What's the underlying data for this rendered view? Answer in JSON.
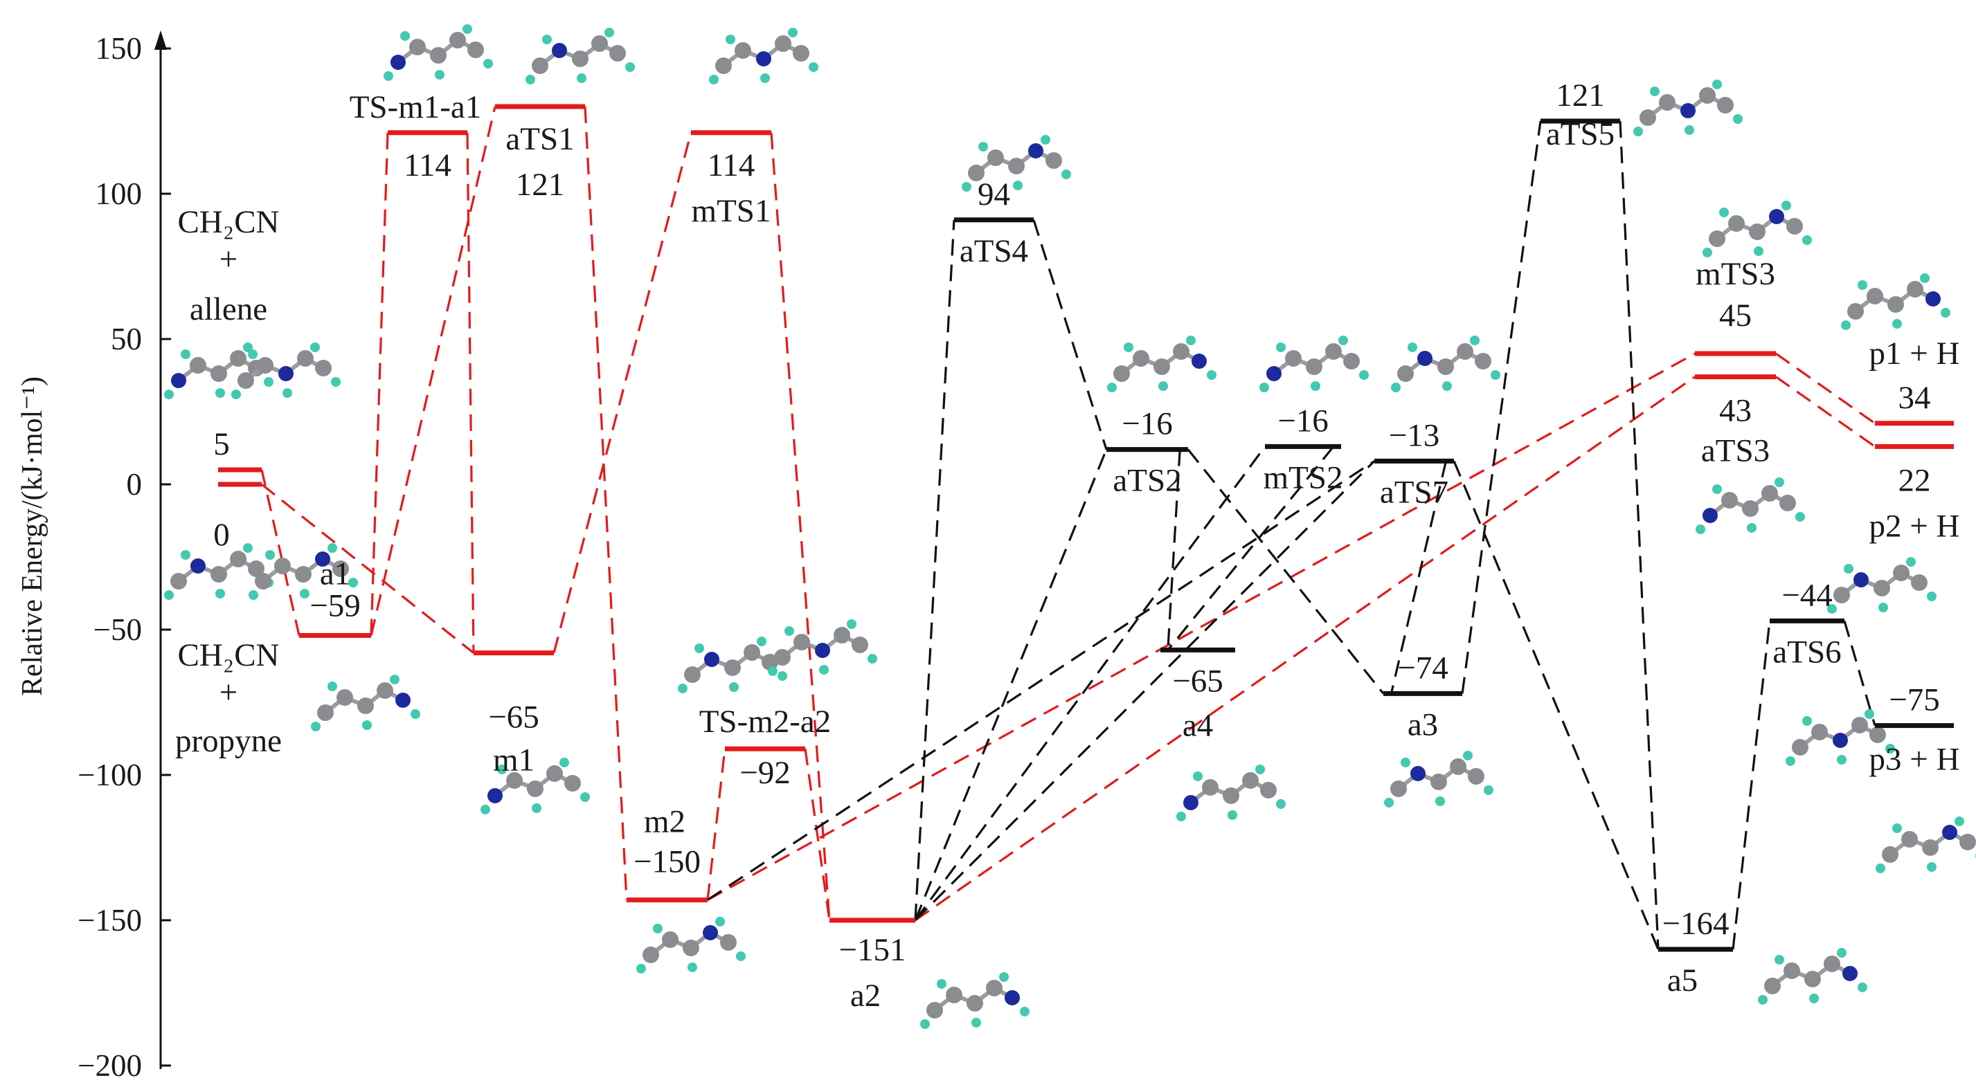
{
  "colors": {
    "red_path": "#e41a1c",
    "black_path": "#111111",
    "text": "#1a1a1a",
    "atom_carbon": "#8a8c90",
    "atom_nitrogen": "#1c2a9c",
    "atom_hydrogen": "#43c9b0"
  },
  "axis": {
    "ylabel": "Relative Energy/(kJ·mol⁻¹)",
    "ylim": [
      -200,
      150
    ],
    "ticks": [
      {
        "value": 150,
        "label": "150"
      },
      {
        "value": 100,
        "label": "100"
      },
      {
        "value": 50,
        "label": "50"
      },
      {
        "value": 0,
        "label": "0"
      },
      {
        "value": -50,
        "label": "−50"
      },
      {
        "value": -100,
        "label": "−100"
      },
      {
        "value": -150,
        "label": "−150"
      },
      {
        "value": -200,
        "label": "−200"
      }
    ]
  },
  "reactants": {
    "top_line1": "CH₂CN",
    "top_plus": "+",
    "top_line2": "allene",
    "bottom_line1": "CH₂CN",
    "bottom_plus": "+",
    "bottom_line2": "propyne"
  },
  "chart_data": {
    "type": "energy-profile",
    "ylabel": "Relative Energy/(kJ·mol⁻¹)",
    "ylim": [
      -200,
      150
    ],
    "levels": [
      {
        "name": "CH₂CN + allene",
        "label": "5",
        "energy": 5,
        "path": "red"
      },
      {
        "name": "CH₂CN + propyne",
        "label": "0",
        "energy": 0,
        "path": "red"
      },
      {
        "name": "a1",
        "label": "−59",
        "energy": -52,
        "path": "red"
      },
      {
        "name": "TS-m1-a1",
        "label": "114",
        "energy": 121,
        "path": "red"
      },
      {
        "name": "aTS1",
        "label": "121",
        "energy": 130,
        "path": "red"
      },
      {
        "name": "m1",
        "label": "−65",
        "energy": -58,
        "path": "red"
      },
      {
        "name": "mTS1",
        "label": "114",
        "energy": 121,
        "path": "red"
      },
      {
        "name": "m2",
        "label": "−150",
        "energy": -143,
        "path": "red"
      },
      {
        "name": "TS-m2-a2",
        "label": "−92",
        "energy": -91,
        "path": "red"
      },
      {
        "name": "a2",
        "label": "−151",
        "energy": -150,
        "path": "red"
      },
      {
        "name": "aTS4",
        "label": "94",
        "energy": 91,
        "path": "black"
      },
      {
        "name": "aTS2",
        "label": "−16",
        "energy": 12,
        "path": "black"
      },
      {
        "name": "a4",
        "label": "−65",
        "energy": -57,
        "path": "black"
      },
      {
        "name": "mTS2",
        "label": "−16",
        "energy": 13,
        "path": "black"
      },
      {
        "name": "aTS7",
        "label": "−13",
        "energy": 8,
        "path": "black"
      },
      {
        "name": "a3",
        "label": "−74",
        "energy": -72,
        "path": "black"
      },
      {
        "name": "aTS5",
        "label": "121",
        "energy": 125,
        "path": "black"
      },
      {
        "name": "a5",
        "label": "−164",
        "energy": -160,
        "path": "black"
      },
      {
        "name": "mTS3",
        "label": "45",
        "energy": 45,
        "path": "red"
      },
      {
        "name": "aTS3",
        "label": "43",
        "energy": 37,
        "path": "red"
      },
      {
        "name": "aTS6",
        "label": "−44",
        "energy": -47,
        "path": "black"
      },
      {
        "name": "p1 + H",
        "label": "34",
        "energy": 21,
        "path": "red"
      },
      {
        "name": "p2 + H",
        "label": "22",
        "energy": 13,
        "path": "red"
      },
      {
        "name": "p3 + H",
        "label": "−75",
        "energy": -83,
        "path": "black"
      }
    ]
  }
}
